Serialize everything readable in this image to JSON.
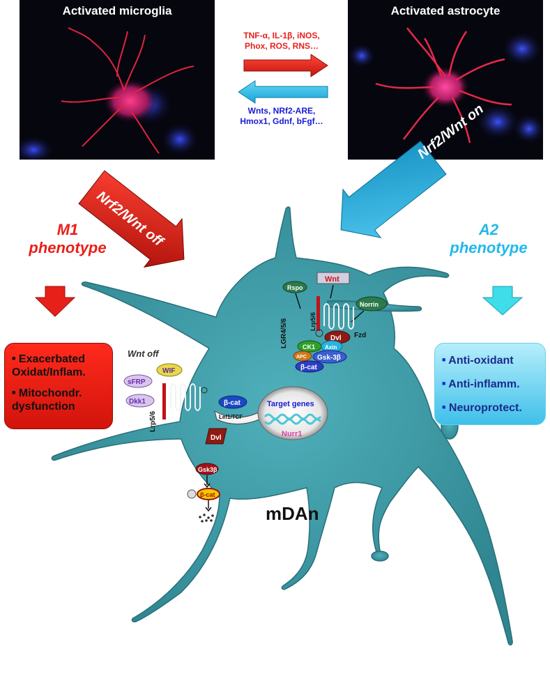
{
  "panels": {
    "microglia_title": "Activated microglia",
    "astrocyte_title": "Activated astrocyte"
  },
  "exchange": {
    "to_astro": [
      "TNF-α, IL-1β, iNOS,",
      "Phox, ROS, RNS…"
    ],
    "to_micro": [
      "Wnts, NRf2-ARE,",
      "Hmox1, Gdnf, bFgf…"
    ]
  },
  "arrows": {
    "off_label": "Nrf2/Wnt off",
    "on_label": "Nrf2/Wnt on"
  },
  "phenotypes": {
    "m1": [
      "M1",
      "phenotype"
    ],
    "a2": [
      "A2",
      "phenotype"
    ]
  },
  "m1_box": {
    "items": [
      "Exacerbated Oxidat/Inflam.",
      "Mitochondr. dysfunction"
    ]
  },
  "a2_box": {
    "items": [
      "Anti-oxidant",
      "Anti-inflamm.",
      "Neuroprotect."
    ]
  },
  "signaling": {
    "wnt_off": "Wnt off",
    "wif": "WIF",
    "sfrp": "sFRP",
    "dkk1": "Dkk1",
    "lrp56": "Lrp5/6",
    "bcat": "β-cat",
    "lef_tcf": "Lef1/TCF",
    "target_genes": "Target genes",
    "nurr1": "Nurr1",
    "dvl": "Dvl",
    "gsk3b_short": "Gsk3β",
    "rspo": "Rspo",
    "wnt": "Wnt",
    "norrin": "Norrin",
    "lgr": "LGR4/5/6",
    "fzd": "Fzd",
    "ck1": "CK1",
    "axin": "Axin",
    "apc": "APC",
    "gsk3b": "Gsk-3β",
    "cell_label": "mDAn"
  },
  "colors": {
    "red": "#e8201a",
    "cyan": "#21b9ea",
    "neuron": "#3b9aa5",
    "blue_text": "#1a1ad6"
  }
}
